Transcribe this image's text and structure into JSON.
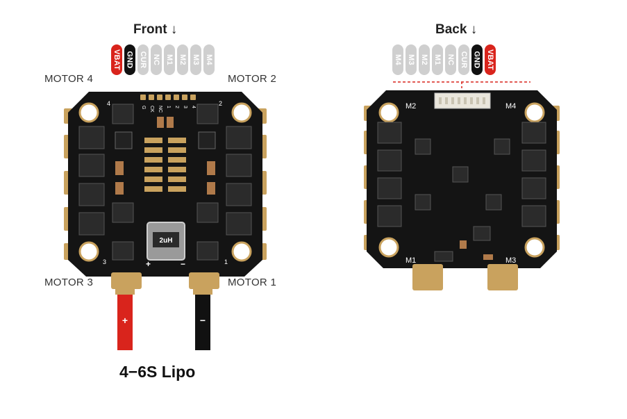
{
  "front": {
    "heading": "Front ↓",
    "pins": [
      {
        "label": "VBAT",
        "color": "red"
      },
      {
        "label": "GND",
        "color": "black"
      },
      {
        "label": "CUR",
        "color": "grey"
      },
      {
        "label": "NC",
        "color": "grey"
      },
      {
        "label": "M1",
        "color": "grey"
      },
      {
        "label": "M2",
        "color": "grey"
      },
      {
        "label": "M3",
        "color": "grey"
      },
      {
        "label": "M4",
        "color": "grey"
      }
    ],
    "motor_labels": {
      "top_left": "MOTOR 4",
      "top_right": "MOTOR 2",
      "bottom_left": "MOTOR 3",
      "bottom_right": "MOTOR 1"
    },
    "board_corner_numbers": {
      "top_left": "4",
      "top_right": "2",
      "bottom_left": "3",
      "bottom_right": "1"
    },
    "board_pad_labels": [
      "G",
      "CK",
      "NC",
      "1",
      "2",
      "3",
      "4"
    ],
    "inductor_marking": "2uH",
    "polarity": {
      "positive": "+",
      "negative": "−"
    },
    "wire_signs": {
      "red": "+",
      "black": "−"
    },
    "battery_label": "4−6S Lipo"
  },
  "back": {
    "heading": "Back ↓",
    "pins": [
      {
        "label": "M4",
        "color": "grey"
      },
      {
        "label": "M3",
        "color": "grey"
      },
      {
        "label": "M2",
        "color": "grey"
      },
      {
        "label": "M1",
        "color": "grey"
      },
      {
        "label": "NC",
        "color": "grey"
      },
      {
        "label": "CUR",
        "color": "grey"
      },
      {
        "label": "GND",
        "color": "black"
      },
      {
        "label": "VBAT",
        "color": "red"
      }
    ],
    "corner_labels": {
      "top_left": "M2",
      "top_right": "M4",
      "bottom_left": "M1",
      "bottom_right": "M3"
    }
  },
  "colors": {
    "pcb": "#141414",
    "gold": "#c9a25e",
    "wire_red": "#d9241c",
    "wire_black": "#111111",
    "pin_grey": "#cfcfcf"
  }
}
